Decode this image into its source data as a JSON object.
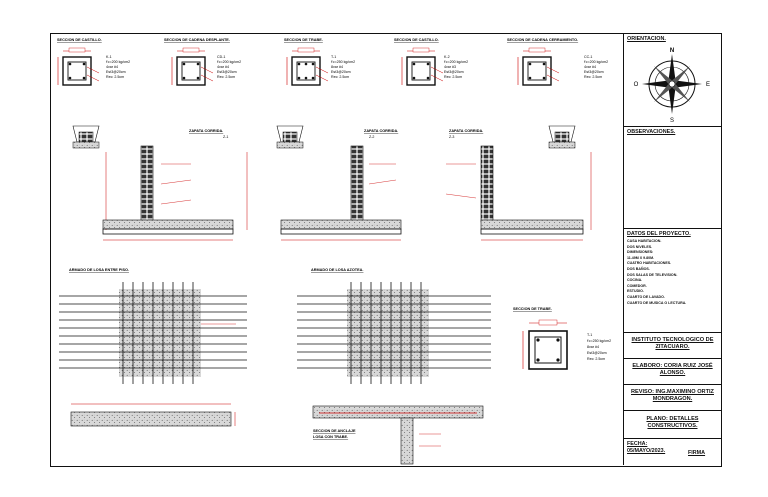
{
  "sections": [
    {
      "title": "SECCION DE CASTILLO.",
      "id": "K-1",
      "spec": [
        "f'c=200 kg/cm2",
        "4var #4",
        "Est3@20cm",
        "Rec: 2.5cm"
      ]
    },
    {
      "title": "SECCION DE CADENA DESPLANTE.",
      "id": "CD-1",
      "spec": [
        "f'c=200 kg/cm2",
        "4var #4",
        "Est3@20cm",
        "Rec: 2.5cm"
      ]
    },
    {
      "title": "SECCION DE TRABE.",
      "id": "T-1",
      "spec": [
        "f'c=250 kg/cm2",
        "8var #4",
        "Est3@20cm",
        "Rec: 2.5cm"
      ]
    },
    {
      "title": "SECCION DE CASTILLO.",
      "id": "K-2",
      "spec": [
        "f'c=200 kg/cm2",
        "4var #3",
        "Est3@20cm",
        "Rec: 2.5cm"
      ]
    },
    {
      "title": "SECCION DE CADENA CERRAMIENTO.",
      "id": "CC-1",
      "spec": [
        "f'c=200 kg/cm2",
        "4var #4",
        "Est3@20cm",
        "Rec: 2.5cm"
      ]
    }
  ],
  "footings": [
    {
      "title": "ZAPATA CORRIDA.",
      "id": "Z-1"
    },
    {
      "title": "ZAPATA CORRIDA.",
      "id": "Z-2"
    },
    {
      "title": "ZAPATA CORRIDA.",
      "id": "Z-3"
    }
  ],
  "slabs": {
    "floor": "ARMADO DE LOSA ENTRE PISO.",
    "roof": "ARMADO DE LOSA AZOTEA.",
    "anchor": [
      "SECCION DE ANCLAJE",
      "LOSA CON TRABE."
    ]
  },
  "beam": {
    "title": "SECCION DE TRABE.",
    "id": "T-1",
    "spec": [
      "f'c=250 kg/cm2",
      "8var #4",
      "Est3@20cm",
      "Rec: 2.5cm"
    ]
  },
  "titleblock": {
    "orientation": "ORIENTACION.",
    "compass": {
      "n": "N",
      "s": "S",
      "e": "E",
      "o": "O"
    },
    "observations": "OBSERVACIONES.",
    "project_title": "DATOS DEL PROYECTO.",
    "project_items": [
      "CASA HABITACION.",
      "DOS NIVELES.",
      "DIMENSIONES:",
      "11.49M X 9.80M.",
      "CUATRO HABITACIONES.",
      "DOS BAÑOS.",
      "DOS SALAS DE TELEVISION.",
      "COCINA.",
      "COMEDOR.",
      "ESTUDIO.",
      "CUARTO DE LAVADO.",
      "CUARTO DE MUSICA O LECTURA."
    ],
    "institute": "INSTITUTO TECNOLOGICO DE ZITACUARO.",
    "made_by": "ELABORO: CORIA RUIZ JOSÉ ALONSO.",
    "reviewed_by": "REVISO: ING.MAXIMINO ORTIZ MONDRAGON.",
    "plan": "PLANO: DETALLES CONSTRUCTIVOS.",
    "date": "FECHA: 05/MAYO/2023.",
    "signature": "FIRMA"
  }
}
